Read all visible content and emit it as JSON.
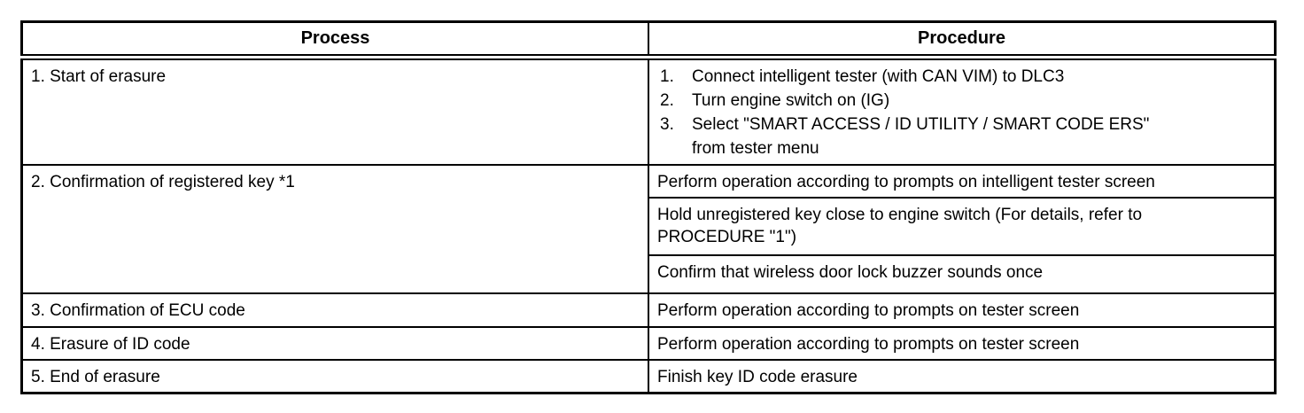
{
  "page": {
    "background_color": "#ffffff",
    "border_color": "#000000",
    "text_color": "#000000"
  },
  "table": {
    "headers": [
      "Process",
      "Procedure"
    ],
    "rows": [
      {
        "process": "1. Start of erasure",
        "steps": [
          {
            "num": "1.",
            "text": "Connect intelligent tester (with CAN VIM) to DLC3"
          },
          {
            "num": "2.",
            "text": "Turn engine switch on (IG)"
          },
          {
            "num": "3.",
            "text": "Select \"SMART ACCESS / ID UTILITY / SMART CODE ERS\"\nfrom tester menu"
          }
        ]
      },
      {
        "process": "2. Confirmation of registered key *1",
        "procedures": [
          "Perform operation according to prompts on intelligent tester screen",
          "Hold unregistered key close to engine switch (For details, refer to\nPROCEDURE \"1\")",
          "Confirm that wireless door lock buzzer sounds once"
        ]
      },
      {
        "process": "3. Confirmation of ECU code",
        "procedure": "Perform operation according to prompts on tester screen"
      },
      {
        "process": "4. Erasure of ID code",
        "procedure": "Perform operation according to prompts on tester screen"
      },
      {
        "process": "5. End of erasure",
        "procedure": "Finish key ID code erasure"
      }
    ]
  }
}
